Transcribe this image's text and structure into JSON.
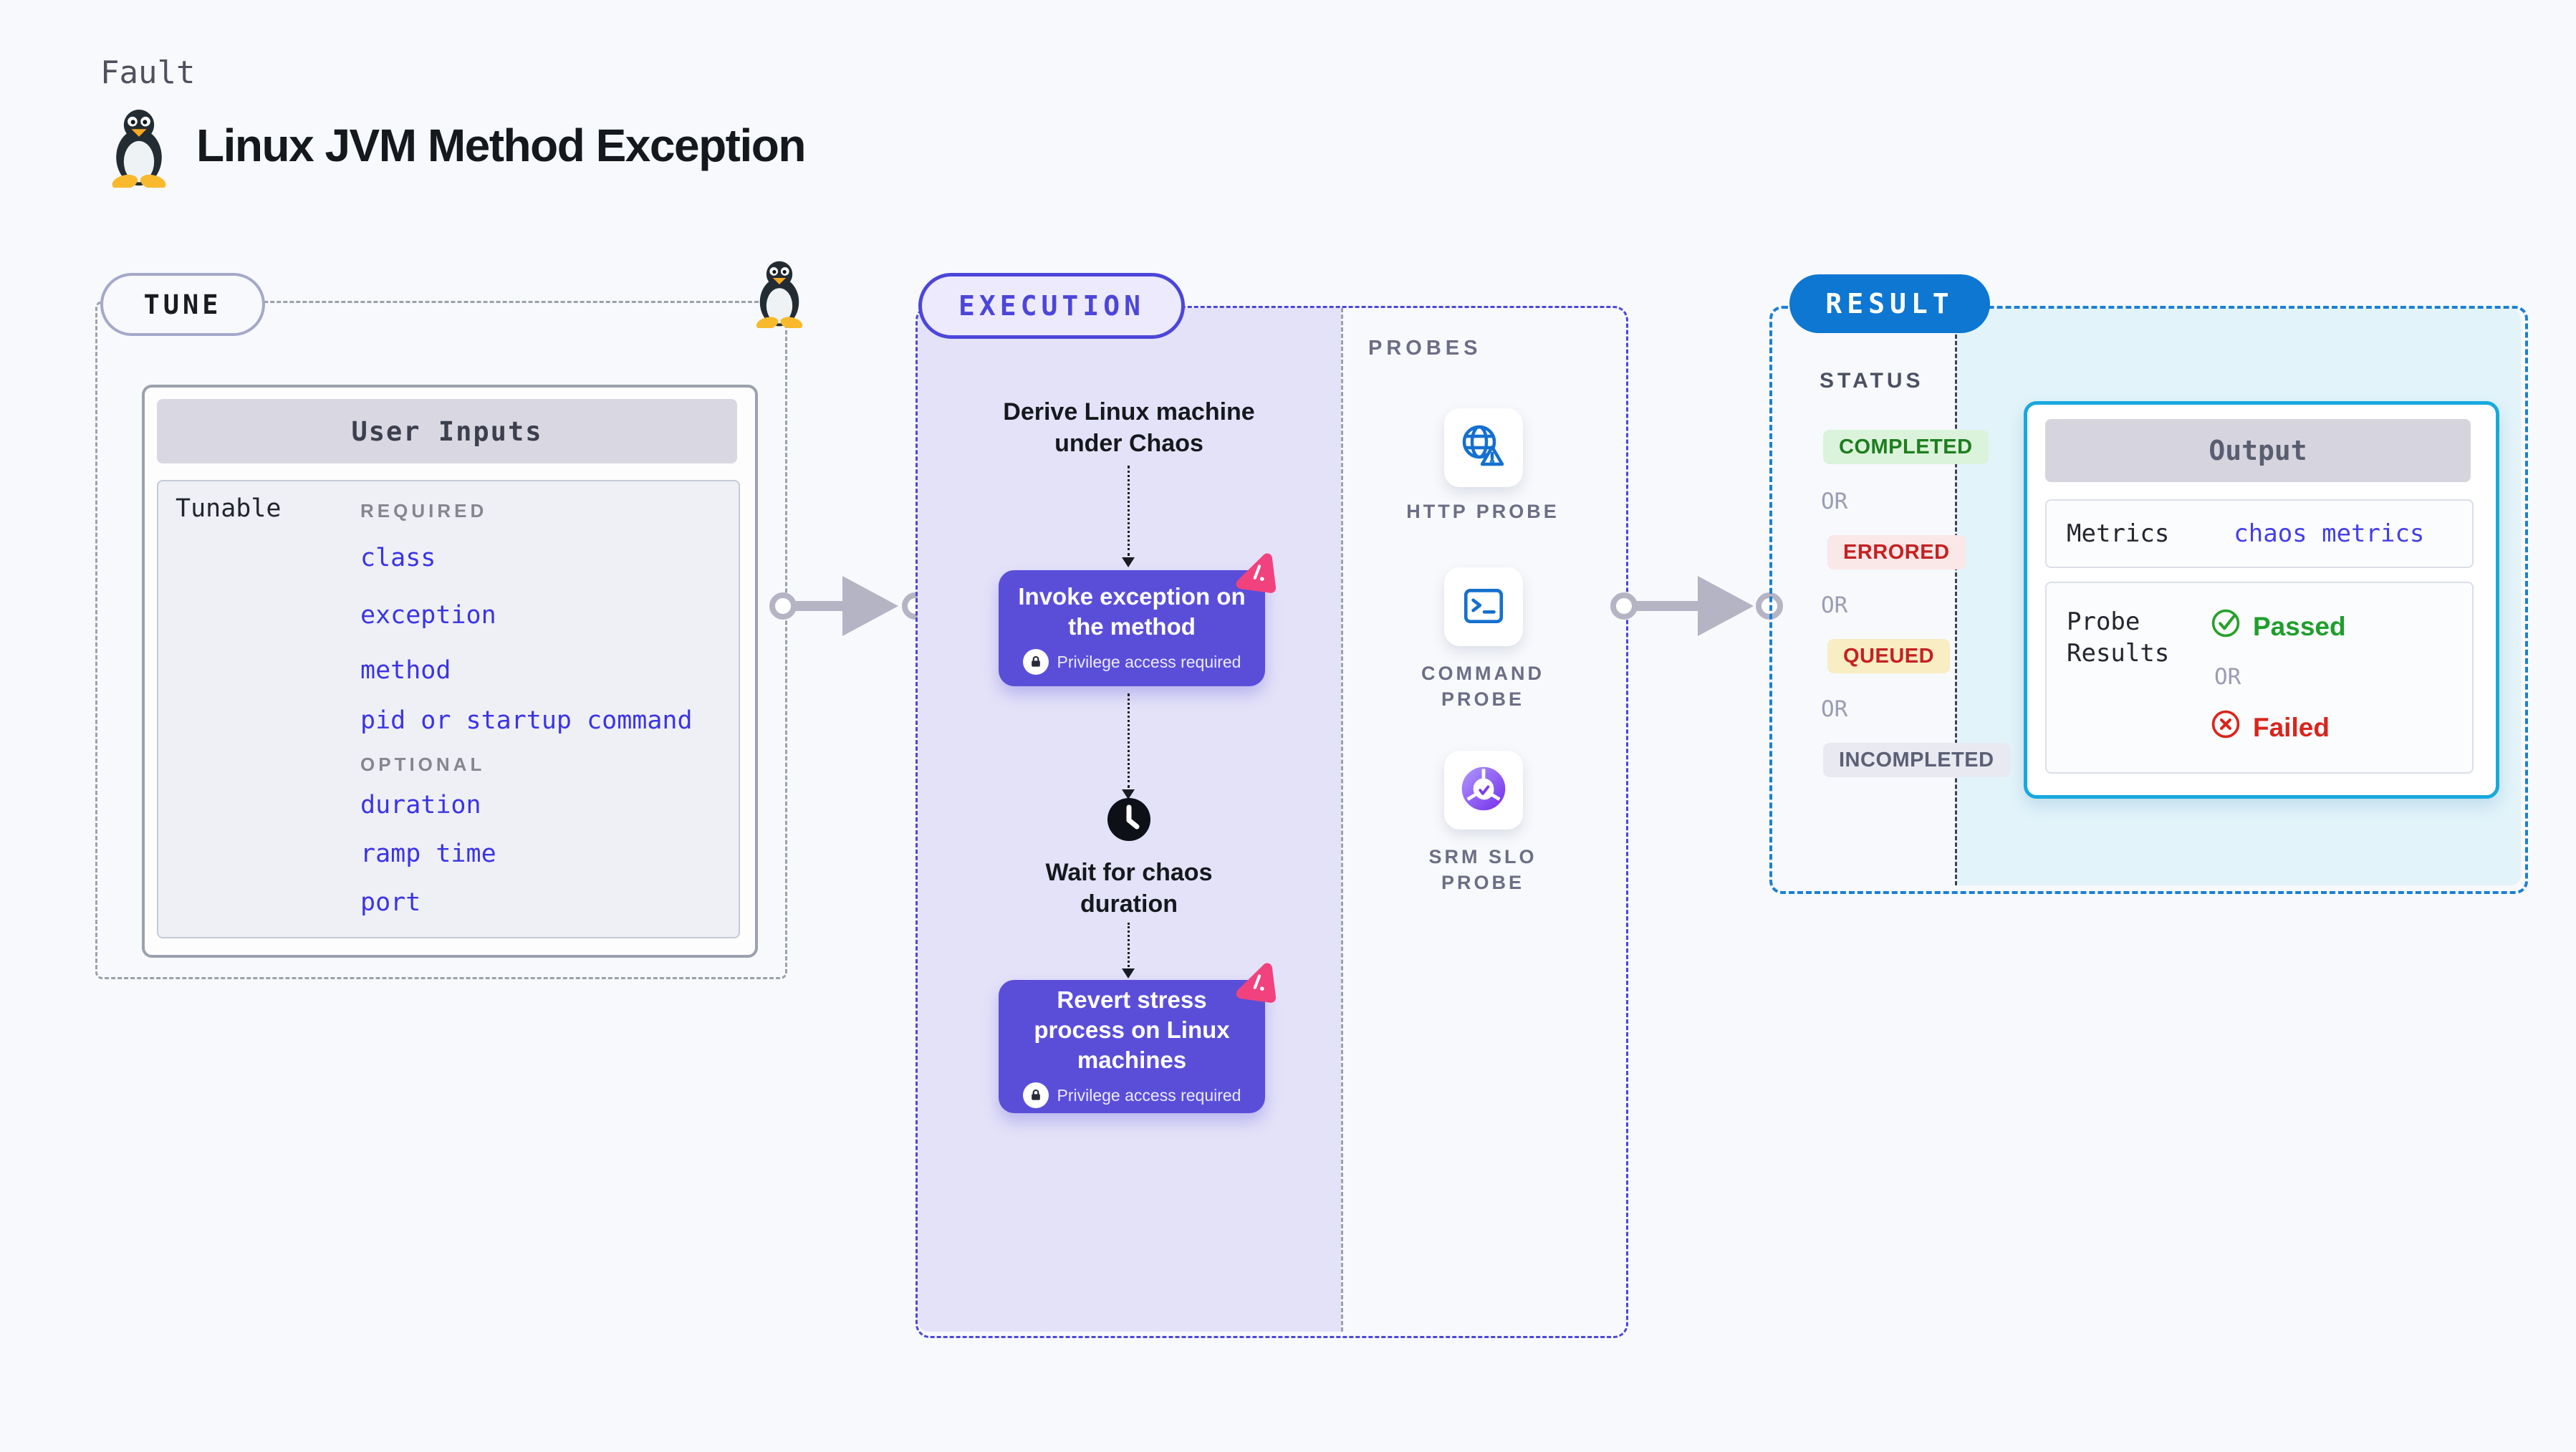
{
  "header": {
    "kicker": "Fault",
    "title": "Linux JVM Method Exception"
  },
  "tune": {
    "badge": "TUNE",
    "table_title": "User Inputs",
    "row_label": "Tunable",
    "required_label": "REQUIRED",
    "required_items": [
      "class",
      "exception",
      "method",
      "pid or startup command"
    ],
    "optional_label": "OPTIONAL",
    "optional_items": [
      "duration",
      "ramp time",
      "port"
    ]
  },
  "execution": {
    "badge": "EXECUTION",
    "derive_step": "Derive Linux machine under Chaos",
    "invoke_step": "Invoke exception on the method",
    "privilege_note": "Privilege access required",
    "wait_step": "Wait for chaos duration",
    "revert_step": "Revert stress process on Linux machines"
  },
  "probes": {
    "label": "PROBES",
    "items": [
      {
        "name": "HTTP PROBE",
        "icon": "globe-alert-icon"
      },
      {
        "name": "COMMAND PROBE",
        "icon": "terminal-icon"
      },
      {
        "name": "SRM SLO PROBE",
        "icon": "slo-donut-icon"
      }
    ]
  },
  "result": {
    "badge": "RESULT",
    "status_label": "STATUS",
    "or_label": "OR",
    "statuses": [
      "COMPLETED",
      "ERRORED",
      "QUEUED",
      "INCOMPLETED"
    ],
    "output": {
      "title": "Output",
      "metrics_label": "Metrics",
      "metrics_value": "chaos metrics",
      "probe_results_label": "Probe Results",
      "passed_label": "Passed",
      "failed_label": "Failed",
      "or_label": "OR"
    }
  },
  "colors": {
    "accent_indigo": "#4d46d9",
    "action_purple": "#5a4ed9",
    "result_blue": "#0d77d2",
    "output_cyan": "#17a9de",
    "success_green": "#1f9e2c",
    "error_red": "#d8251d",
    "link_blue": "#3b34e6",
    "lavender_fill": "#e4e2f8",
    "highlight_pink": "#f2427e"
  }
}
